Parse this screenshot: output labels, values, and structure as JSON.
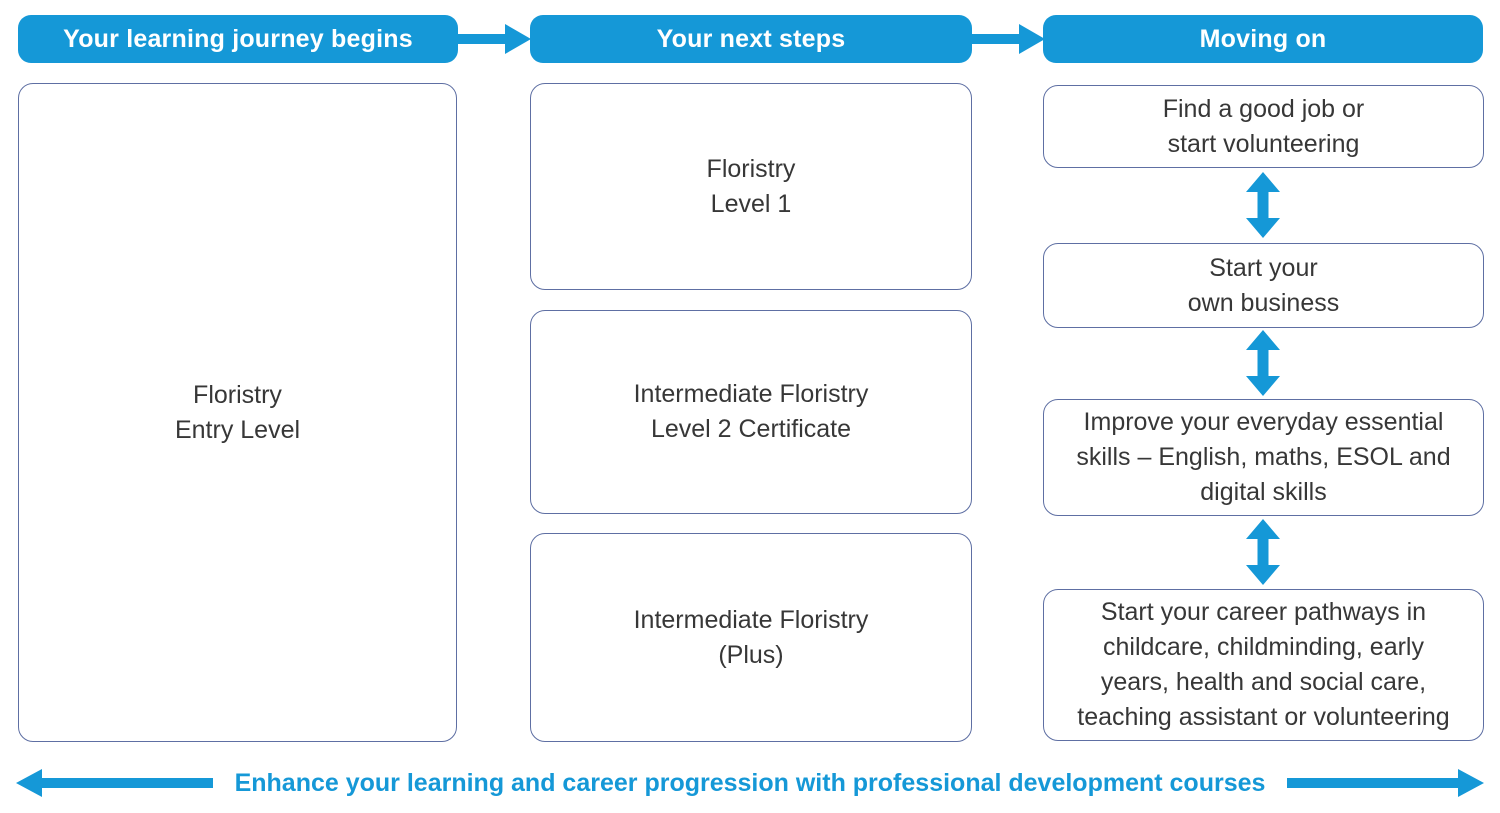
{
  "colors": {
    "accent_blue": "#1598d7",
    "box_border": "#5e6fa3",
    "box_text": "#373737"
  },
  "headers": [
    {
      "label": "Your learning journey begins"
    },
    {
      "label": "Your next steps"
    },
    {
      "label": "Moving on"
    }
  ],
  "entry_column": {
    "box": {
      "lines": [
        "Floristry",
        "Entry Level"
      ]
    }
  },
  "next_steps_column": {
    "boxes": [
      {
        "lines": [
          "Floristry",
          "Level 1"
        ]
      },
      {
        "lines": [
          "Intermediate Floristry",
          "Level 2 Certificate"
        ]
      },
      {
        "lines": [
          "Intermediate Floristry",
          "(Plus)"
        ]
      }
    ]
  },
  "moving_on_column": {
    "boxes": [
      {
        "lines": [
          "Find a good job or",
          "start volunteering"
        ]
      },
      {
        "lines": [
          "Start your",
          "own business"
        ]
      },
      {
        "lines": [
          "Improve your everyday essential",
          "skills – English, maths, ESOL and",
          "digital skills"
        ]
      },
      {
        "lines": [
          "Start your career pathways in",
          "childcare, childminding, early",
          "years, health and social care,",
          "teaching assistant or volunteering"
        ]
      }
    ]
  },
  "footer": {
    "label": "Enhance your learning and career progression with professional development courses"
  }
}
